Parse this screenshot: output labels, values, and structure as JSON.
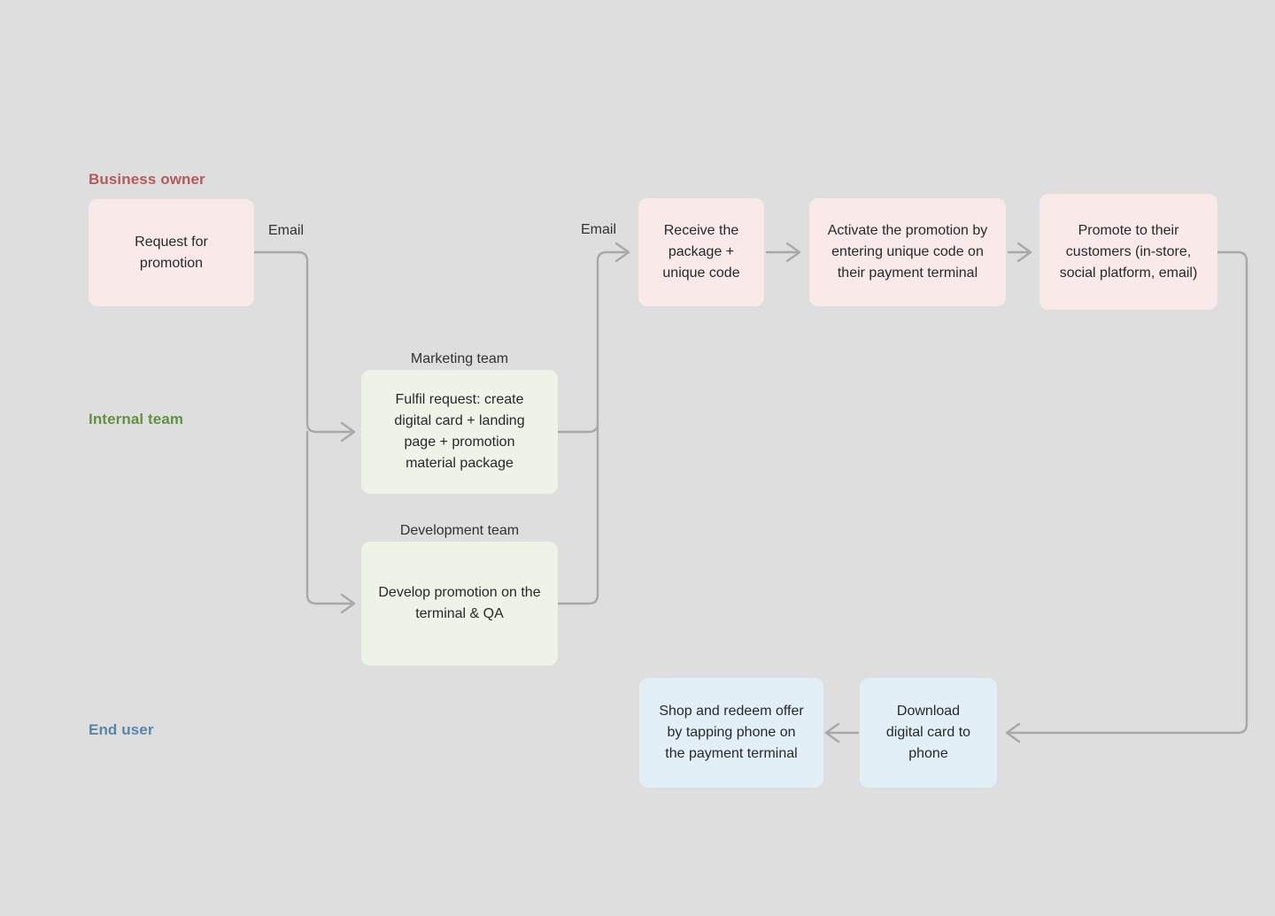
{
  "diagram": {
    "title": "Promotion workflow swimlane flowchart",
    "background_color": "#dedede",
    "lanes": [
      {
        "id": "business-owner",
        "label": "Business owner",
        "color": "#b55a5a"
      },
      {
        "id": "internal-team",
        "label": "Internal team",
        "color": "#5f9340"
      },
      {
        "id": "end-user",
        "label": "End user",
        "color": "#5986a8"
      }
    ],
    "group_captions": [
      {
        "id": "marketing",
        "label": "Marketing team"
      },
      {
        "id": "development",
        "label": "Development team"
      }
    ],
    "edge_labels": [
      {
        "id": "email-1",
        "label": "Email"
      },
      {
        "id": "email-2",
        "label": "Email"
      }
    ],
    "nodes": [
      {
        "id": "request-for-promotion",
        "lane": "business-owner",
        "fill": "#f9eae9",
        "text": "Request for\npromotion"
      },
      {
        "id": "receive-package",
        "lane": "business-owner",
        "fill": "#f9eae9",
        "text": "Receive the\npackage +\nunique code"
      },
      {
        "id": "activate-promotion",
        "lane": "business-owner",
        "fill": "#f9eae9",
        "text": "Activate the promotion by\nentering unique code on\ntheir payment terminal"
      },
      {
        "id": "promote-to-customers",
        "lane": "business-owner",
        "fill": "#f9eae9",
        "text": "Promote to their\ncustomers (in-store,\nsocial platform, email)"
      },
      {
        "id": "fulfil-request",
        "lane": "internal-team",
        "group": "marketing",
        "fill": "#eef3e7",
        "text": "Fulfil request: create\ndigital card + landing\npage + promotion\nmaterial package"
      },
      {
        "id": "develop-promotion",
        "lane": "internal-team",
        "group": "development",
        "fill": "#eef3e7",
        "text": "Develop promotion on the\nterminal & QA"
      },
      {
        "id": "shop-and-redeem",
        "lane": "end-user",
        "fill": "#e3eff7",
        "text": "Shop and redeem offer\nby tapping phone on\nthe payment terminal"
      },
      {
        "id": "download-digital-card",
        "lane": "end-user",
        "fill": "#e3eff7",
        "text": "Download\ndigital card to\nphone"
      }
    ],
    "edges": [
      {
        "from": "request-for-promotion",
        "to": "fulfil-request",
        "label": "Email"
      },
      {
        "from": "request-for-promotion",
        "to": "develop-promotion",
        "label": "Email"
      },
      {
        "from": "fulfil-request",
        "to": "receive-package",
        "label": "Email"
      },
      {
        "from": "develop-promotion",
        "to": "receive-package",
        "label": "Email"
      },
      {
        "from": "receive-package",
        "to": "activate-promotion",
        "label": ""
      },
      {
        "from": "activate-promotion",
        "to": "promote-to-customers",
        "label": ""
      },
      {
        "from": "promote-to-customers",
        "to": "download-digital-card",
        "label": ""
      },
      {
        "from": "download-digital-card",
        "to": "shop-and-redeem",
        "label": ""
      }
    ],
    "connector_color": "#a8a8a8"
  }
}
